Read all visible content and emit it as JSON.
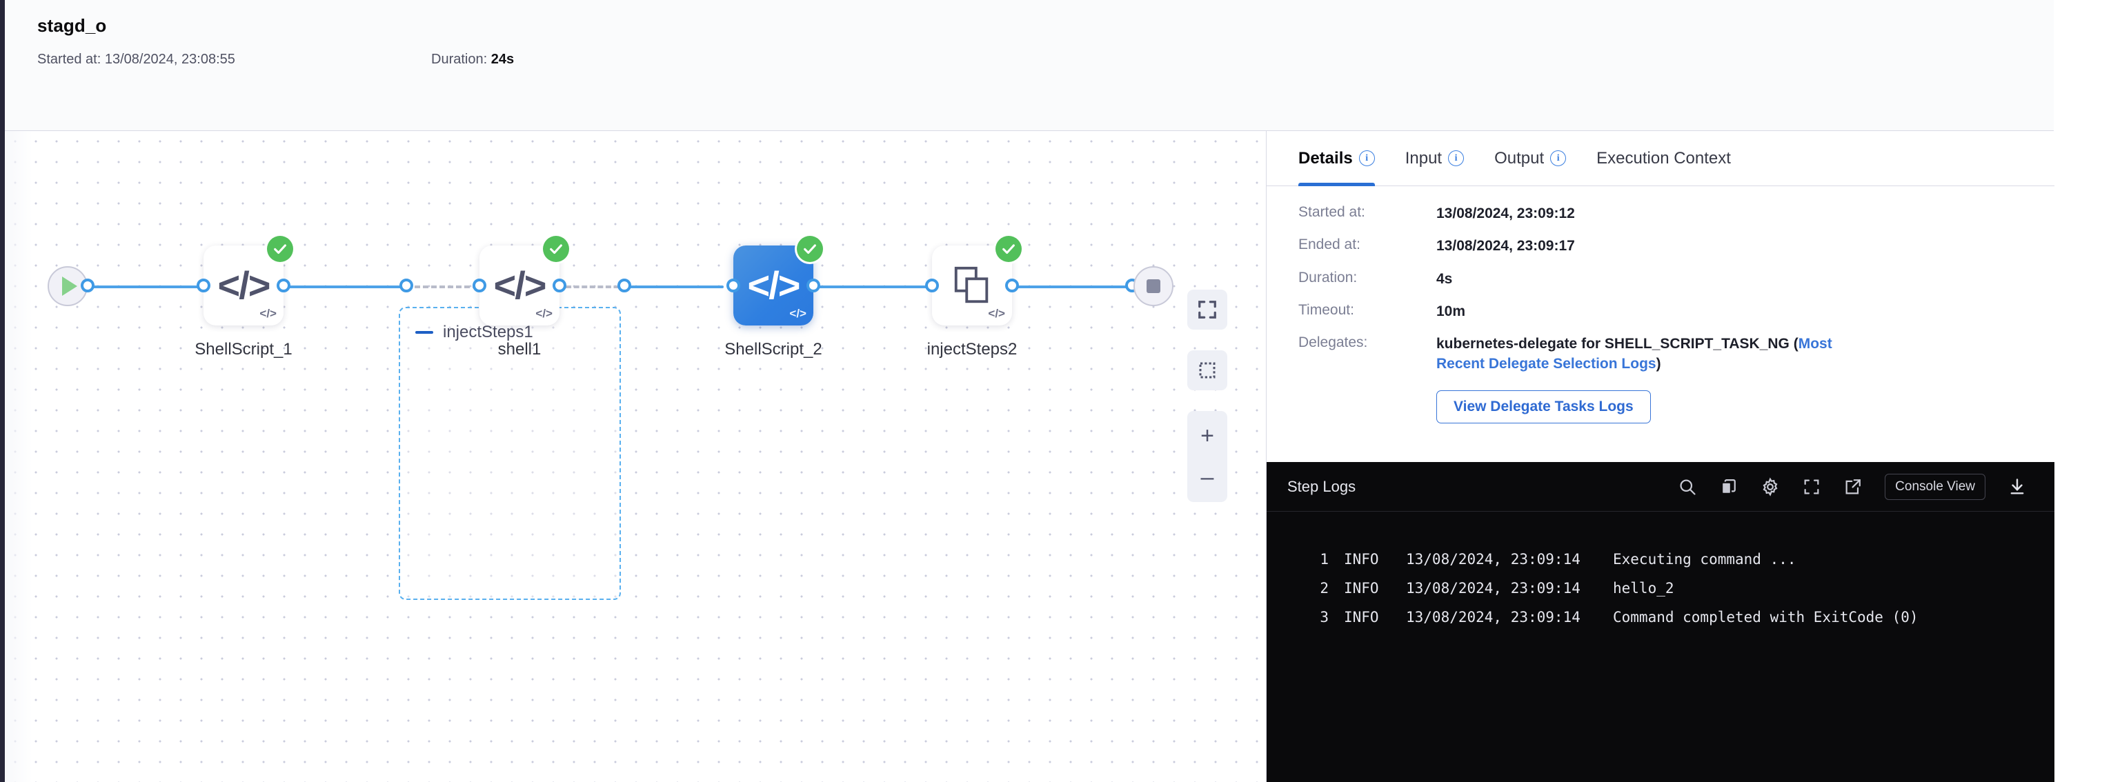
{
  "header": {
    "title": "stagd_o",
    "started_label": "Started at: 13/08/2024, 23:08:55",
    "duration_label": "Duration: ",
    "duration_value": "24s"
  },
  "graph": {
    "group": {
      "name": "injectSteps1",
      "collapse_icon": "minus-icon"
    },
    "nodes": [
      {
        "label": "ShellScript_1",
        "icon": "code-icon",
        "status": "success",
        "selected": false
      },
      {
        "label": "shell1",
        "icon": "code-icon",
        "status": "success",
        "selected": false
      },
      {
        "label": "ShellScript_2",
        "icon": "code-icon",
        "status": "success",
        "selected": true
      },
      {
        "label": "injectSteps2",
        "icon": "copy-stack-icon",
        "status": "success",
        "selected": false
      }
    ],
    "start_node": "play-icon",
    "end_node": "stop-icon",
    "controls": [
      {
        "name": "fit-to-screen-icon"
      },
      {
        "name": "marquee-select-icon"
      },
      {
        "name": "zoom-in-icon",
        "label": "+"
      },
      {
        "name": "zoom-out-icon",
        "label": "–"
      }
    ]
  },
  "panel": {
    "tabs": [
      {
        "label": "Details",
        "info": true,
        "active": true
      },
      {
        "label": "Input",
        "info": true,
        "active": false
      },
      {
        "label": "Output",
        "info": true,
        "active": false
      },
      {
        "label": "Execution Context",
        "info": false,
        "active": false
      }
    ],
    "details": [
      {
        "key": "Started at:",
        "value": "13/08/2024, 23:09:12"
      },
      {
        "key": "Ended at:",
        "value": "13/08/2024, 23:09:17"
      },
      {
        "key": "Duration:",
        "value": "4s"
      },
      {
        "key": "Timeout:",
        "value": "10m"
      }
    ],
    "delegates": {
      "key": "Delegates:",
      "text": "kubernetes-delegate for SHELL_SCRIPT_TASK_NG (",
      "link": "Most Recent Delegate Selection Logs",
      "text_end": ")",
      "button": "View Delegate Tasks Logs"
    }
  },
  "logs": {
    "title": "Step Logs",
    "console_button": "Console View",
    "tools": [
      "search-icon",
      "copy-icon",
      "gear-icon",
      "expand-icon",
      "external-link-icon",
      "download-icon"
    ],
    "lines": [
      {
        "no": "1",
        "level": "INFO",
        "ts": "13/08/2024, 23:09:14",
        "msg": "Executing command ..."
      },
      {
        "no": "2",
        "level": "INFO",
        "ts": "13/08/2024, 23:09:14",
        "msg": "hello_2"
      },
      {
        "no": "3",
        "level": "INFO",
        "ts": "13/08/2024, 23:09:14",
        "msg": "Command completed with ExitCode (0)"
      }
    ]
  },
  "colors": {
    "accent_blue": "#2a6fd4",
    "edge_blue": "#4da2e8",
    "success_green": "#52c05a",
    "selected_node": "#2f7fe0",
    "group_border": "#59b0ef"
  }
}
